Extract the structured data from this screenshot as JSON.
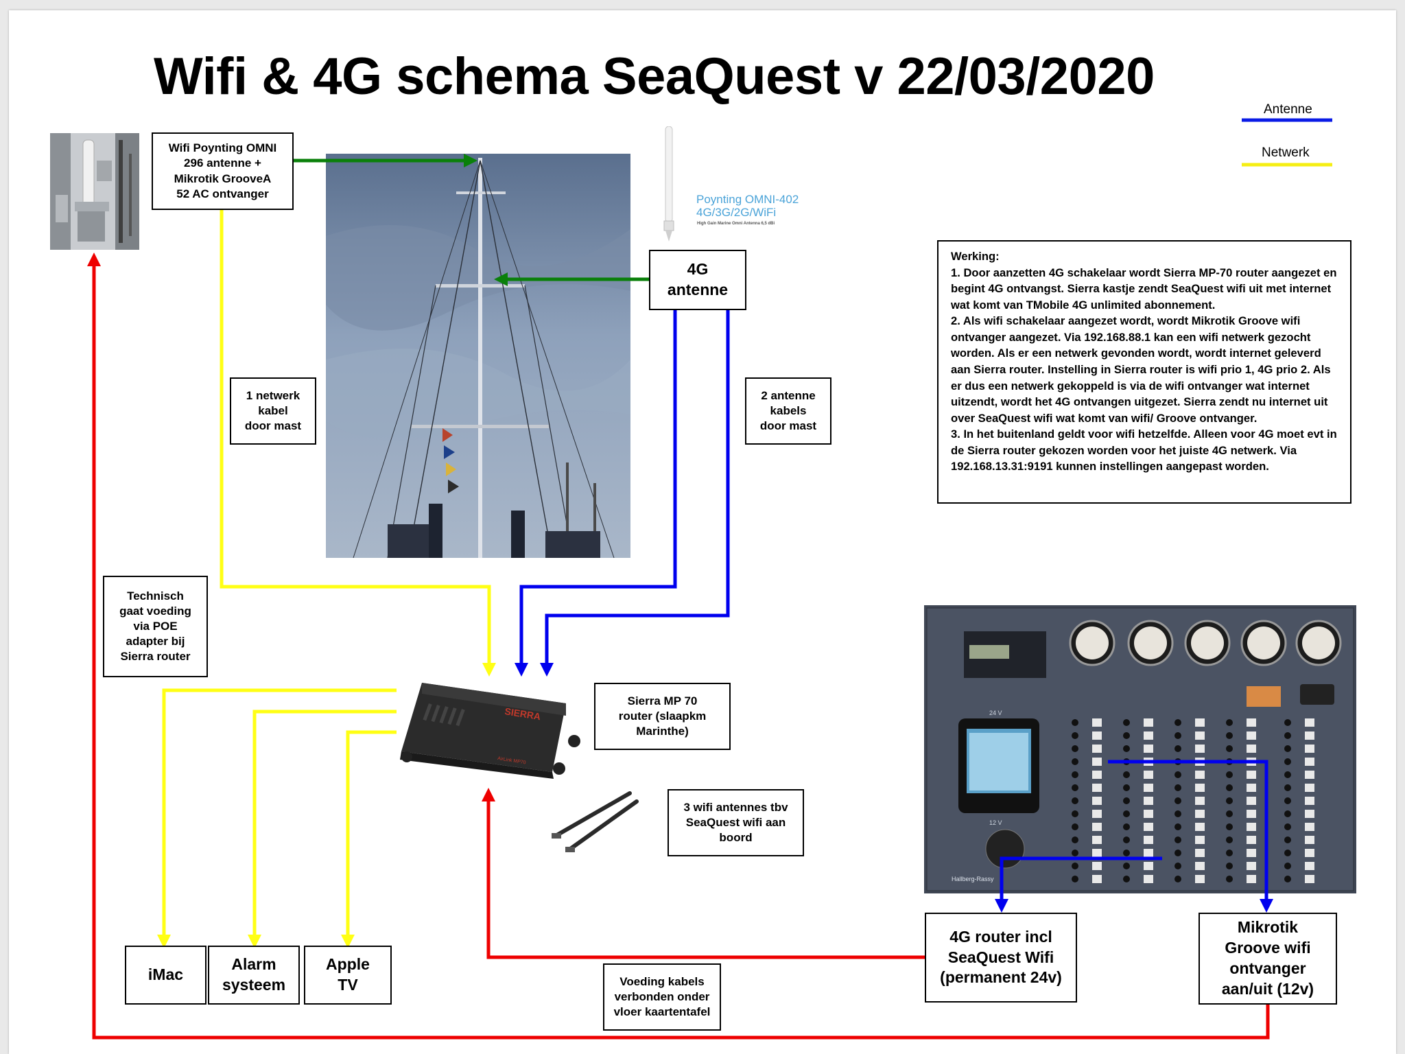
{
  "title": "Wifi & 4G schema SeaQuest v 22/03/2020",
  "legend": {
    "antenne": "Antenne",
    "netwerk": "Netwerk",
    "antenne_color": "#0a1be6",
    "netwerk_color": "#f5ee13"
  },
  "colors": {
    "antenna": "#0000ee",
    "network": "#ffff14",
    "power": "#ee0000",
    "pointer": "#0a800a"
  },
  "boxes": {
    "wifi_poynting": "Wifi Poynting OMNI\n296 antenne +\nMikrotik GrooveA\n52 AC ontvanger",
    "antenna_4g": "4G\nantenne",
    "netwerk_kabel": "1 netwerk\nkabel\ndoor mast",
    "antenne_kabels": "2 antenne\nkabels\ndoor mast",
    "technisch": "Technisch\ngaat voeding\nvia POE\nadapter bij\nSierra router",
    "sierra": "Sierra MP 70\nrouter (slaapkm\nMarinthe)",
    "wifi_antennes": "3 wifi antennes tbv\nSeaQuest wifi aan\nboord",
    "imac": "iMac",
    "alarm": "Alarm\nsysteem",
    "apple_tv": "Apple\nTV",
    "voeding": "Voeding kabels\nverbonden onder\nvloer kaartentafel",
    "router_4g": "4G router incl\nSeaQuest Wifi\n(permanent 24v)",
    "mikrotik": "Mikrotik\nGroove wifi\nontvanger\naan/uit (12v)"
  },
  "werking": {
    "heading": "Werking:",
    "p1": "1. Door aanzetten 4G schakelaar wordt Sierra MP-70 router aangezet en begint 4G ontvangst. Sierra kastje zendt SeaQuest wifi uit met internet wat komt van TMobile 4G unlimited abonnement.",
    "p2": "2. Als wifi schakelaar aangezet wordt, wordt Mikrotik Groove wifi ontvanger aangezet. Via 192.168.88.1 kan een wifi netwerk gezocht worden. Als er een netwerk gevonden wordt, wordt internet geleverd aan Sierra router. Instelling in Sierra router is wifi prio 1, 4G prio 2. Als er dus een netwerk gekoppeld is via de wifi ontvanger wat internet uitzendt, wordt het 4G ontvangen uitgezet. Sierra zendt nu internet uit over SeaQuest wifi wat komt van wifi/ Groove ontvanger.",
    "p3": "3. In het buitenland geldt voor wifi hetzelfde. Alleen voor 4G moet evt in de Sierra router gekozen worden voor het juiste 4G netwerk. Via 192.168.13.31:9191 kunnen instellingen aangepast worden."
  },
  "poynting_product": {
    "name": "Poynting OMNI-402",
    "bands": "4G/3G/2G/WiFi",
    "tagline": "High Gain Marine Omni Antenna 6,5 dBi"
  },
  "sierra_device": {
    "brand": "SIERRA",
    "model": "AirLink MP70"
  },
  "panel": {
    "brand": "Hallberg-Rassy",
    "label_24v": "24 V",
    "label_12v": "12 V"
  }
}
